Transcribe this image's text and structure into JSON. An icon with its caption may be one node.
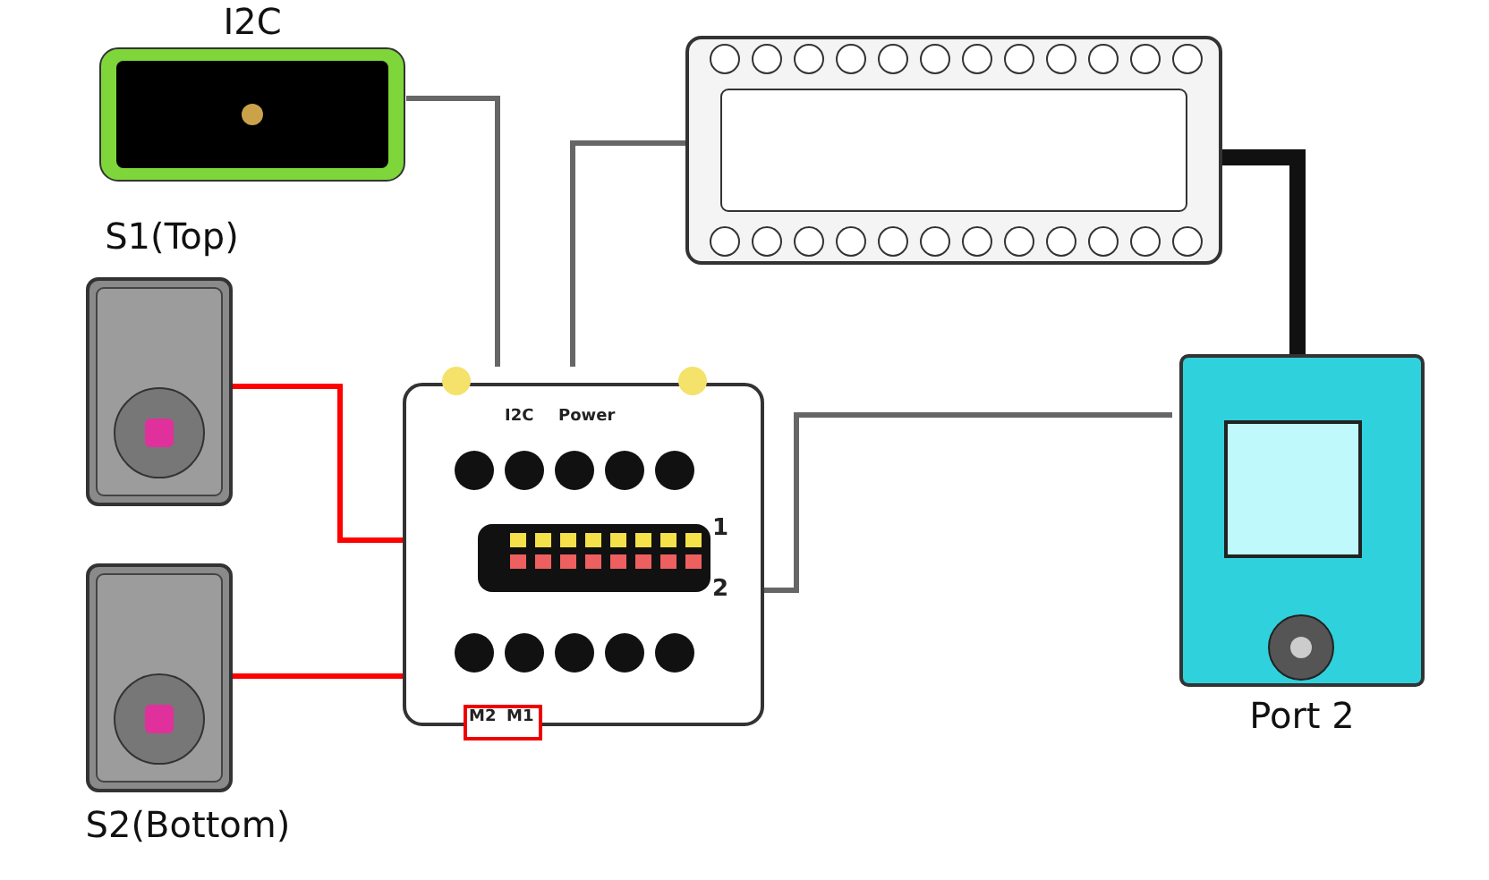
{
  "diagram": {
    "nodes": [
      {
        "text": [
          "I2C"
        ]
      },
      {
        "text": [],
        "shape": "picture"
      },
      {
        "text": [
          "S1(Top)"
        ]
      },
      {
        "text": [
          "S2(Bottom)"
        ]
      },
      {
        "text": [],
        "shape": "picture"
      },
      {
        "text": [
          "Port 2"
        ]
      }
    ],
    "edges": [
      {
        "from": 0,
        "to": 4,
        "arrow": "none"
      },
      {
        "from": 1,
        "to": 4,
        "arrow": "none"
      },
      {
        "from": 1,
        "to": 5,
        "arrow": "none",
        "style": "thick",
        "color": "#111111"
      },
      {
        "from": 4,
        "to": 5,
        "arrow": "none"
      },
      {
        "from": 2,
        "to": 4,
        "arrow": "none",
        "color": "#ff0000"
      },
      {
        "from": 3,
        "to": 4,
        "arrow": "none",
        "color": "#ff0000"
      }
    ],
    "labels": [
      "I2C",
      "Power",
      "1",
      "2",
      "M2",
      "M1"
    ]
  }
}
